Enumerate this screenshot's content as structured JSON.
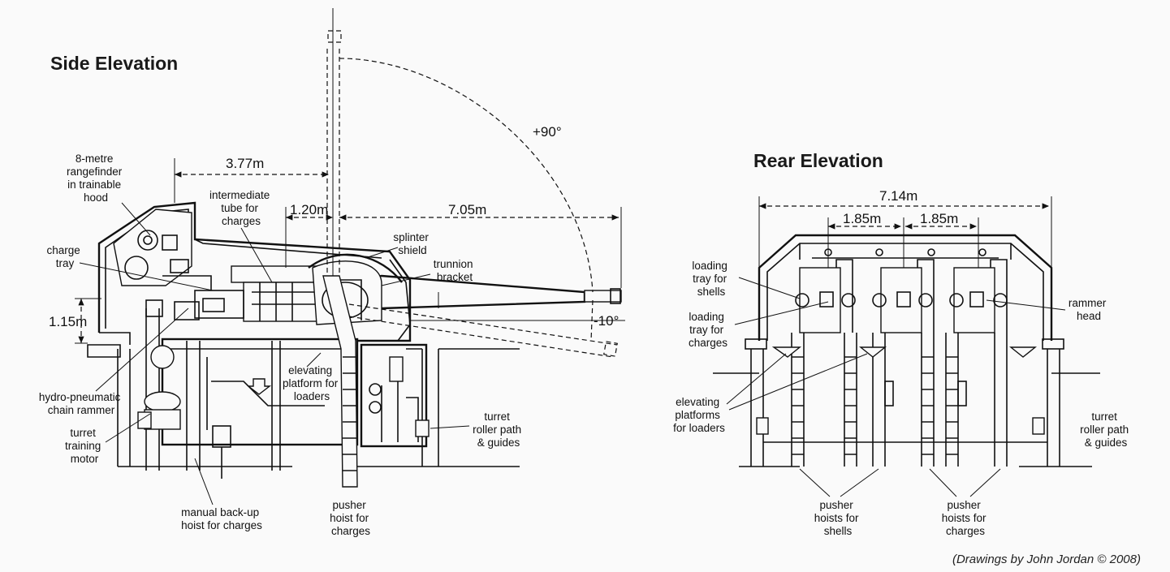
{
  "titles": {
    "side": "Side Elevation",
    "rear": "Rear Elevation"
  },
  "side_labels": {
    "rangefinder": [
      "8-metre",
      "rangefinder",
      "in trainable",
      "hood"
    ],
    "charge_tray": [
      "charge",
      "tray"
    ],
    "intermediate_tube": [
      "intermediate",
      "tube for",
      "charges"
    ],
    "splinter_shield": [
      "splinter",
      "shield"
    ],
    "trunnion_bracket": [
      "trunnion",
      "bracket"
    ],
    "elevating_platform": [
      "elevating",
      "platform for",
      "loaders"
    ],
    "rammer": [
      "hydro-pneumatic",
      "chain rammer"
    ],
    "training_motor": [
      "turret",
      "training",
      "motor"
    ],
    "manual_hoist": [
      "manual back-up",
      "hoist for charges"
    ],
    "pusher_hoist": [
      "pusher",
      "hoist for",
      "charges"
    ],
    "roller_path": [
      "turret",
      "roller path",
      "& guides"
    ]
  },
  "side_dims": {
    "d1": "3.77m",
    "d2": "1.20m",
    "d3": "7.05m",
    "d4": "1.15m",
    "elev_max": "+90°",
    "elev_min": "-10°"
  },
  "rear_labels": {
    "loading_shells": [
      "loading",
      "tray for",
      "shells"
    ],
    "loading_charges": [
      "loading",
      "tray for",
      "charges"
    ],
    "rammer_head": [
      "rammer",
      "head"
    ],
    "platforms": [
      "elevating",
      "platforms",
      "for loaders"
    ],
    "roller_path": [
      "turret",
      "roller path",
      "& guides"
    ],
    "hoists_shells": [
      "pusher",
      "hoists for",
      "shells"
    ],
    "hoists_charges": [
      "pusher",
      "hoists for",
      "charges"
    ]
  },
  "rear_dims": {
    "width": "7.14m",
    "spacing_left": "1.85m",
    "spacing_right": "1.85m"
  },
  "credit": "(Drawings by John Jordan © 2008)"
}
